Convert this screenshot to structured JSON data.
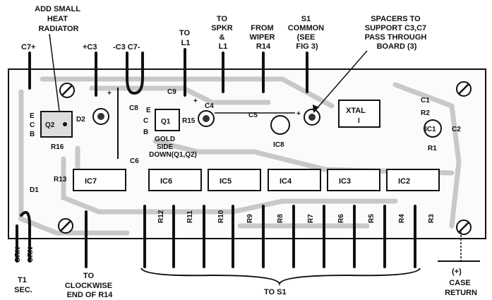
{
  "top_labels": {
    "heat_radiator": [
      "ADD SMALL",
      "HEAT",
      "RADIATOR"
    ],
    "to_spkr": [
      "TO",
      "SPKR",
      "&",
      "L1"
    ],
    "from_wiper": [
      "FROM",
      "WIPER",
      "R14"
    ],
    "s1_common": [
      "S1",
      "COMMON",
      "(SEE",
      "FIG 3)"
    ],
    "spacers": [
      "SPACERS TO",
      "SUPPORT C3,C7",
      "PASS THROUGH",
      "BOARD (3)"
    ],
    "to_l1": [
      "TO",
      "L1"
    ]
  },
  "wire_labels": {
    "c7_plus": "C7+",
    "c3_plus": "+C3",
    "c3_c7_minus": "-C3 C7-"
  },
  "components": {
    "e1": "E",
    "c1": "C",
    "b1": "B",
    "q2": "Q2",
    "d2": "D2",
    "r16": "R16",
    "plus_c8": "+",
    "c8": "C8",
    "c9": "C9",
    "e2": "E",
    "c2b": "C",
    "b2": "B",
    "q1": "Q1",
    "r15": "R15",
    "gold_side": [
      "GOLD",
      "SIDE",
      "DOWN(Q1,Q2)"
    ],
    "c6": "C6",
    "plus_c4": "+",
    "c4": "C4",
    "c5": "C5",
    "plus_c5": "+",
    "ic8": "IC8",
    "xtal": "XTAL",
    "xtal_pin": "I",
    "cap_c1": "C1",
    "r2": "R2",
    "ic1": "IC1",
    "c2": "C2",
    "r1": "R1",
    "d1": "D1",
    "r13": "R13"
  },
  "ics": [
    "IC7",
    "IC6",
    "IC5",
    "IC4",
    "IC3",
    "IC2"
  ],
  "resistors": [
    "R12",
    "R11",
    "R10",
    "R9",
    "R8",
    "R7",
    "R6",
    "R5",
    "R4",
    "R3"
  ],
  "bottom_labels": {
    "grn1": "GRN",
    "grn2": "GRN",
    "t1_sec": [
      "T1",
      "SEC."
    ],
    "to_clockwise": [
      "TO",
      "CLOCKWISE",
      "END OF R14"
    ],
    "to_s1": "TO S1",
    "plus_mark": "(+)",
    "case_return": [
      "CASE",
      "RETURN"
    ]
  }
}
